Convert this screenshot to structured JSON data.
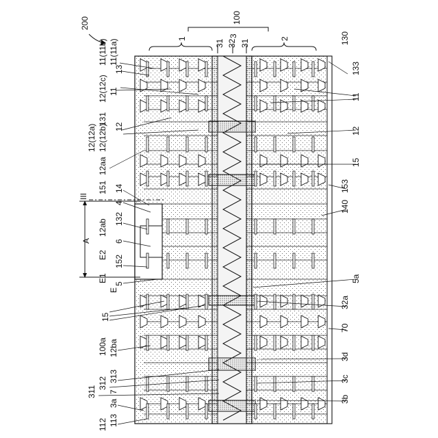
{
  "figure": {
    "labels": {
      "ref_200": "200",
      "ref_1": "1",
      "ref_2": "2",
      "ref_100": "100",
      "ref_3": "3",
      "ref_31_left": "31",
      "ref_32": "32",
      "ref_31_right": "31",
      "ref_130": "130",
      "ref_133": "133",
      "ref_11_11b": "11(11b)",
      "ref_11_11a": "11(11a)",
      "ref_13": "13",
      "ref_12_12c": "12(12c)",
      "ref_11_a": "11",
      "ref_131": "131",
      "ref_12_12b": "12(12b)",
      "ref_12_12a": "12(12a)",
      "ref_12_left": "12",
      "ref_12aa": "12aa",
      "ref_151": "151",
      "ref_14": "14",
      "ref_4": "4",
      "ref_III": "III",
      "ref_132": "132",
      "ref_12ab": "12ab",
      "ref_6": "6",
      "ref_A": "A",
      "ref_E2": "E2",
      "ref_152": "152",
      "ref_E1": "E1",
      "ref_5": "5",
      "ref_E": "E",
      "ref_15_left": "15",
      "ref_100a": "100a",
      "ref_12ba": "12ba",
      "ref_313": "313",
      "ref_312": "312",
      "ref_311": "311",
      "ref_7": "7",
      "ref_3a": "3a",
      "ref_113": "113",
      "ref_112": "112",
      "ref_11_right": "11",
      "ref_12_right": "12",
      "ref_15_right": "15",
      "ref_153": "153",
      "ref_140": "140",
      "ref_5a": "5a",
      "ref_32a": "32a",
      "ref_70": "70",
      "ref_3d": "3d",
      "ref_3c": "3c",
      "ref_3b": "3b"
    }
  }
}
